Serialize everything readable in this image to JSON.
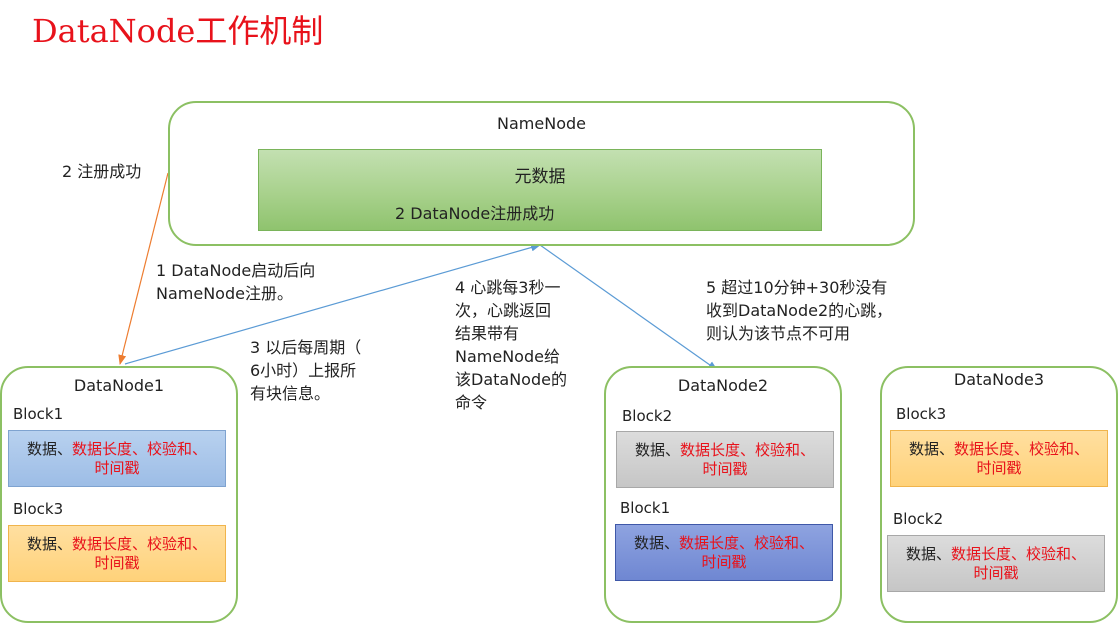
{
  "title": "DataNode工作机制",
  "namenode": {
    "label": "NameNode",
    "metadata_title": "元数据",
    "metadata_note": "2 DataNode注册成功"
  },
  "annotations": {
    "register_success": "2 注册成功",
    "startup_register_1": "1 DataNode启动后向",
    "startup_register_2": "NameNode注册。",
    "report_1": "3 以后每周期（",
    "report_2": "6小时）上报所",
    "report_3": "有块信息。",
    "heartbeat_1": "4 心跳每3秒一",
    "heartbeat_2": "次，心跳返回",
    "heartbeat_3": "结果带有",
    "heartbeat_4": "NameNode给",
    "heartbeat_5": "该DataNode的",
    "heartbeat_6": "命令",
    "timeout_1": "5 超过10分钟+30秒没有",
    "timeout_2": "收到DataNode2的心跳，",
    "timeout_3": "则认为该节点不可用"
  },
  "block_text": {
    "data": "数据、",
    "meta": "数据长度、校验和、",
    "time": "时间戳"
  },
  "datanodes": [
    {
      "label": "DataNode1",
      "blocks": [
        {
          "label": "Block1",
          "color": "#9dbde6"
        },
        {
          "label": "Block3",
          "color": "#ffd27a"
        }
      ]
    },
    {
      "label": "DataNode2",
      "blocks": [
        {
          "label": "Block2",
          "color": "#c6c6c6"
        },
        {
          "label": "Block1",
          "color": "#6f87d2"
        }
      ]
    },
    {
      "label": "DataNode3",
      "blocks": [
        {
          "label": "Block3",
          "color": "#ffd27a"
        },
        {
          "label": "Block2",
          "color": "#c6c6c6"
        }
      ]
    }
  ],
  "colors": {
    "title": "#e8121b",
    "node_border": "#8cc063",
    "register_arrow": "#ed7d31",
    "heartbeat_arrow": "#5b9bd5"
  }
}
